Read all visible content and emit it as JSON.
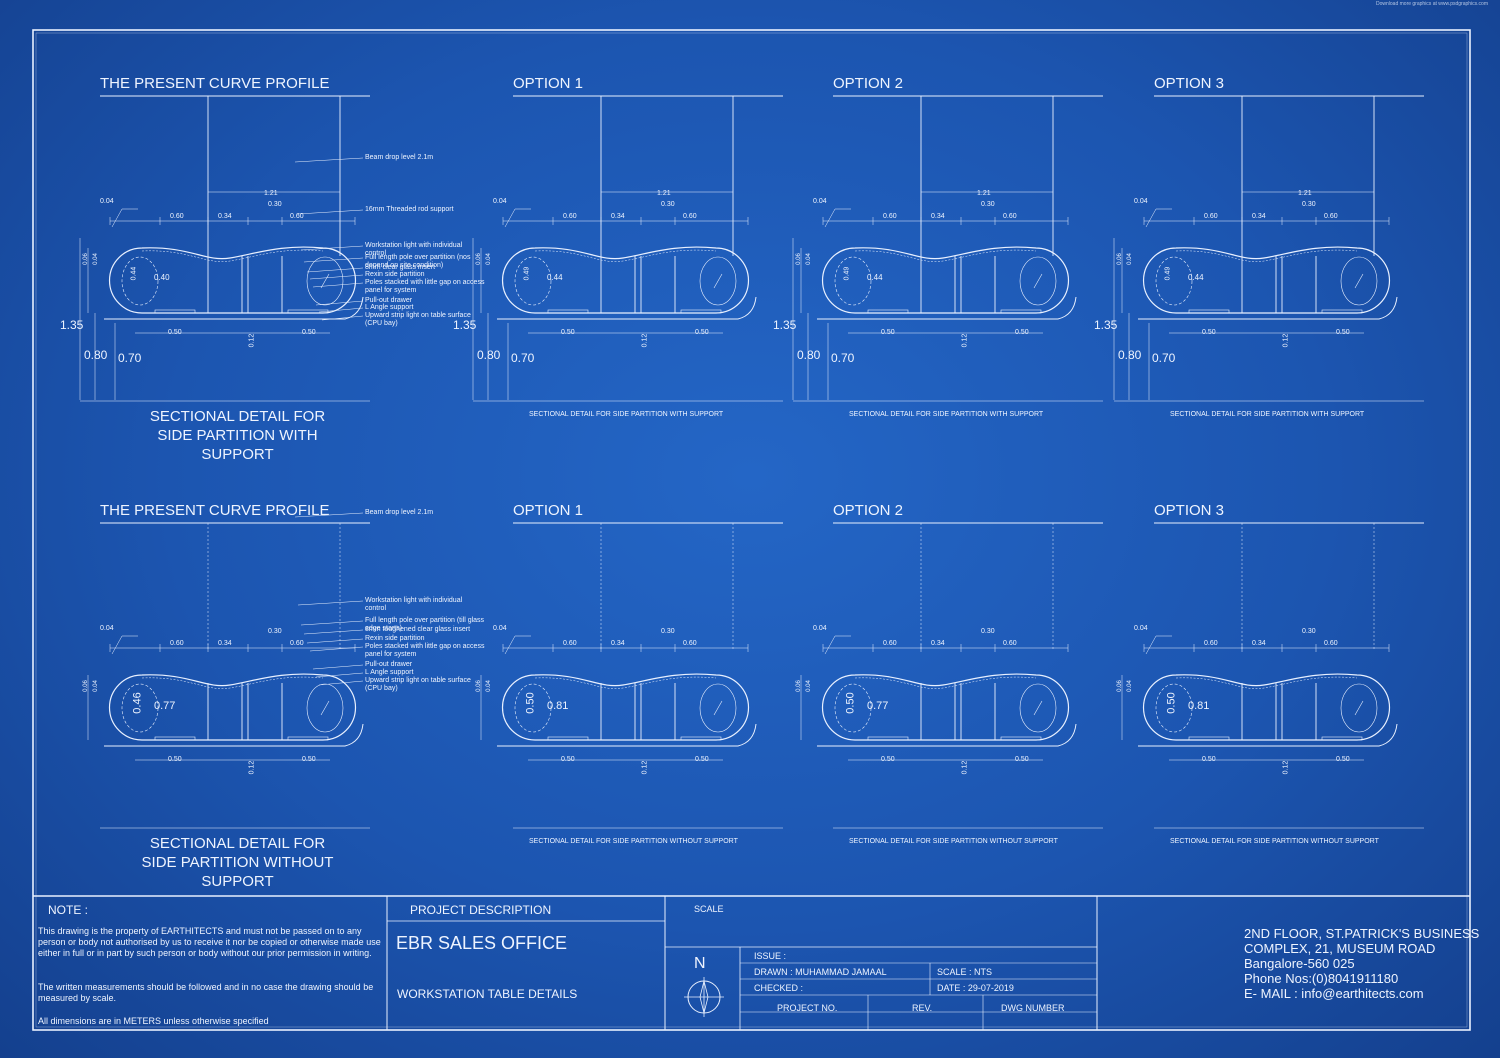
{
  "top_right_credit": "Download more graphics at www.psdgraphics.com",
  "rows": [
    {
      "panels": [
        {
          "heading": "THE PRESENT CURVE PROFILE",
          "caption": "SECTIONAL DETAIL FOR SIDE PARTITION WITH SUPPORT",
          "large_caption": true
        },
        {
          "heading": "OPTION 1",
          "caption": "SECTIONAL DETAIL FOR SIDE PARTITION WITH SUPPORT",
          "large_caption": false
        },
        {
          "heading": "OPTION 2",
          "caption": "SECTIONAL DETAIL FOR SIDE PARTITION WITH SUPPORT",
          "large_caption": false
        },
        {
          "heading": "OPTION 3",
          "caption": "SECTIONAL DETAIL FOR SIDE PARTITION WITH SUPPORT",
          "large_caption": false
        }
      ],
      "callouts": [
        "Beam drop level 2.1m",
        "16mm Threaded rod support",
        "Workstation light with individual control",
        "Full length pole over partition (nos depend on site condition)",
        "8mm clear glass insert",
        "Rexin side partition",
        "Poles stacked with little gap on access panel for system",
        "Pull-out drawer",
        "L Angle support",
        "Upward strip light on table surface (CPU bay)"
      ]
    },
    {
      "panels": [
        {
          "heading": "THE PRESENT CURVE PROFILE",
          "caption": "SECTIONAL DETAIL FOR SIDE PARTITION WITHOUT SUPPORT",
          "large_caption": true
        },
        {
          "heading": "OPTION 1",
          "caption": "SECTIONAL DETAIL FOR SIDE PARTITION WITHOUT SUPPORT",
          "large_caption": false
        },
        {
          "heading": "OPTION 2",
          "caption": "SECTIONAL DETAIL FOR SIDE PARTITION WITHOUT SUPPORT",
          "large_caption": false
        },
        {
          "heading": "OPTION 3",
          "caption": "SECTIONAL DETAIL FOR SIDE PARTITION WITHOUT SUPPORT",
          "large_caption": false
        }
      ],
      "callouts": [
        "Beam drop level 2.1m",
        "Workstation light with individual control",
        "Full length pole over partition (till glass edge starts)",
        "8mm toughened clear glass insert",
        "Rexin side partition",
        "Poles stacked with little gap on access panel for system",
        "Pull-out drawer",
        "L Angle support",
        "Upward strip light on table surface (CPU bay)"
      ]
    }
  ],
  "dims": {
    "d121": "1.21",
    "d004": "0.04",
    "d030": "0.30",
    "d060": "0.60",
    "d034": "0.34",
    "d006": "0.06",
    "d044": "0.44",
    "d040": "0.40",
    "d049": "0.49",
    "d046": "0.46",
    "d050": "0.50",
    "d077": "0.77",
    "d081": "0.81",
    "d012": "0.12",
    "d135": "1.35",
    "d080": "0.80",
    "d070": "0.70"
  },
  "title_block": {
    "note_heading": "NOTE :",
    "note_paragraphs": [
      "This drawing is the property of EARTHITECTS and must not be passed on to any person or body not authorised by us to receive it nor be copied or otherwise made use either in full or in part by such person or body without our  prior permission in writing.",
      "The written measurements should be followed and in no case the drawing should be measured by scale.",
      "All dimensions are in METERS unless otherwise specified"
    ],
    "project_description_label": "PROJECT DESCRIPTION",
    "project_name": "EBR SALES OFFICE",
    "project_subtitle": "WORKSTATION TABLE  DETAILS",
    "scale_label": "SCALE",
    "north_letter": "N",
    "issue": "ISSUE :",
    "drawn": "DRAWN : MUHAMMAD JAMAAL",
    "scale_value": "SCALE : NTS",
    "checked": "CHECKED :",
    "date": "DATE : 29-07-2019",
    "project_no": "PROJECT NO.",
    "rev": "REV.",
    "dwg_number": "DWG NUMBER",
    "address": [
      "2ND FLOOR, ST.PATRICK'S BUSINESS",
      "COMPLEX, 21, MUSEUM ROAD",
      "Bangalore-560 025",
      "Phone Nos:(0)8041911180",
      "E- MAIL : info@earthitects.com"
    ]
  },
  "colors": {
    "paper": "#1c55b0",
    "ink": "#e8f0ff"
  }
}
